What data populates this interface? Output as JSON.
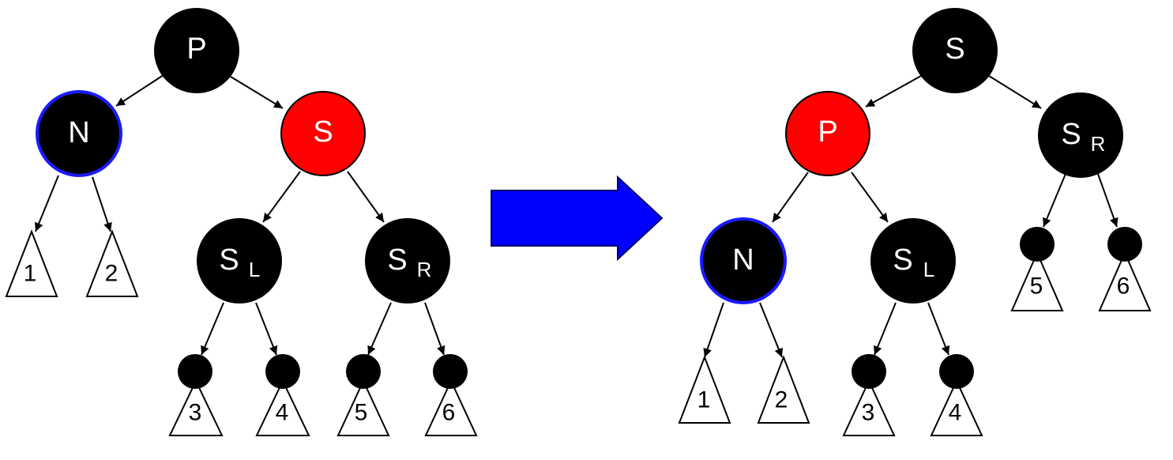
{
  "colors": {
    "black_node": "#000000",
    "red_node": "#ff0000",
    "highlight_ring": "#1a1aff",
    "arrow": "#0000ff"
  },
  "before": {
    "nodes": {
      "p": {
        "main": "P",
        "sub": "",
        "color": "black"
      },
      "n": {
        "main": "N",
        "sub": "",
        "color": "black",
        "highlight": true
      },
      "s": {
        "main": "S",
        "sub": "",
        "color": "red"
      },
      "sl": {
        "main": "S",
        "sub": "L",
        "color": "black"
      },
      "sr": {
        "main": "S",
        "sub": "R",
        "color": "black"
      }
    },
    "subtrees": [
      "1",
      "2",
      "3",
      "4",
      "5",
      "6"
    ]
  },
  "after": {
    "nodes": {
      "s": {
        "main": "S",
        "sub": "",
        "color": "black"
      },
      "p": {
        "main": "P",
        "sub": "",
        "color": "red"
      },
      "sr": {
        "main": "S",
        "sub": "R",
        "color": "black"
      },
      "n": {
        "main": "N",
        "sub": "",
        "color": "black",
        "highlight": true
      },
      "sl": {
        "main": "S",
        "sub": "L",
        "color": "black"
      }
    },
    "subtrees": [
      "1",
      "2",
      "3",
      "4",
      "5",
      "6"
    ]
  },
  "transition_arrow": {
    "icon": "right-arrow-icon"
  }
}
